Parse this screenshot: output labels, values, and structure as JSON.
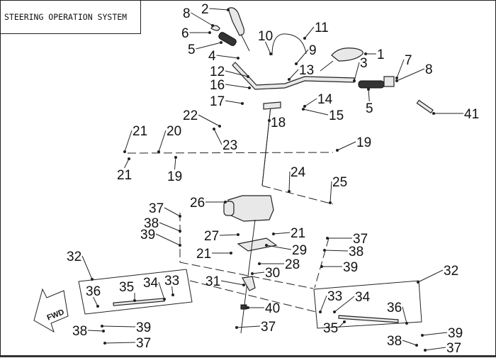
{
  "title": "STEERING OPERATION SYSTEM",
  "fwd_label": "FWD",
  "callouts": [
    "8",
    "2",
    "6",
    "5",
    "10",
    "11",
    "9",
    "1",
    "7",
    "8",
    "3",
    "4",
    "12",
    "13",
    "16",
    "17",
    "14",
    "15",
    "5",
    "41",
    "22",
    "18",
    "23",
    "20",
    "21",
    "19",
    "21",
    "19",
    "24",
    "25",
    "26",
    "37",
    "38",
    "39",
    "27",
    "21",
    "37",
    "29",
    "38",
    "21",
    "28",
    "39",
    "30",
    "32",
    "32",
    "31",
    "36",
    "35",
    "34",
    "33",
    "33",
    "34",
    "36",
    "35",
    "40",
    "39",
    "38",
    "37",
    "37",
    "39",
    "38",
    "37"
  ]
}
